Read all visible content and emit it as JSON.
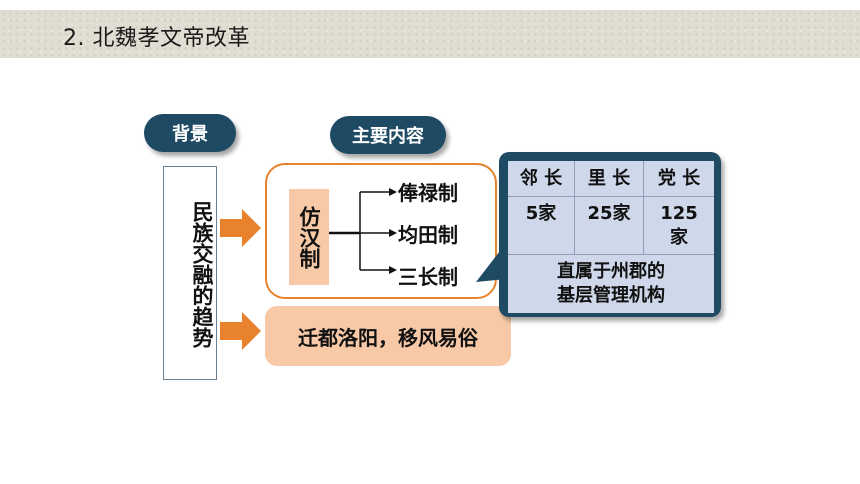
{
  "title": "2. 北魏孝文帝改革",
  "background_label": "背景",
  "main_content_label": "主要内容",
  "trend_text": "民族交融的趋势",
  "fang_han": "仿汉制",
  "systems": [
    "俸禄制",
    "均田制",
    "三长制"
  ],
  "relocation": "迁都洛阳，移风易俗",
  "sanzhang_table": {
    "headers": [
      "邻 长",
      "里 长",
      "党 长"
    ],
    "values": [
      "5家",
      "25家",
      "125家"
    ],
    "note_line1": "直属于州郡的",
    "note_line2": "基层管理机构"
  },
  "colors": {
    "dark_teal": "#1f4a63",
    "orange": "#e8822c",
    "peach": "#f7c9a7",
    "table_fill": "#cfd8ea"
  }
}
